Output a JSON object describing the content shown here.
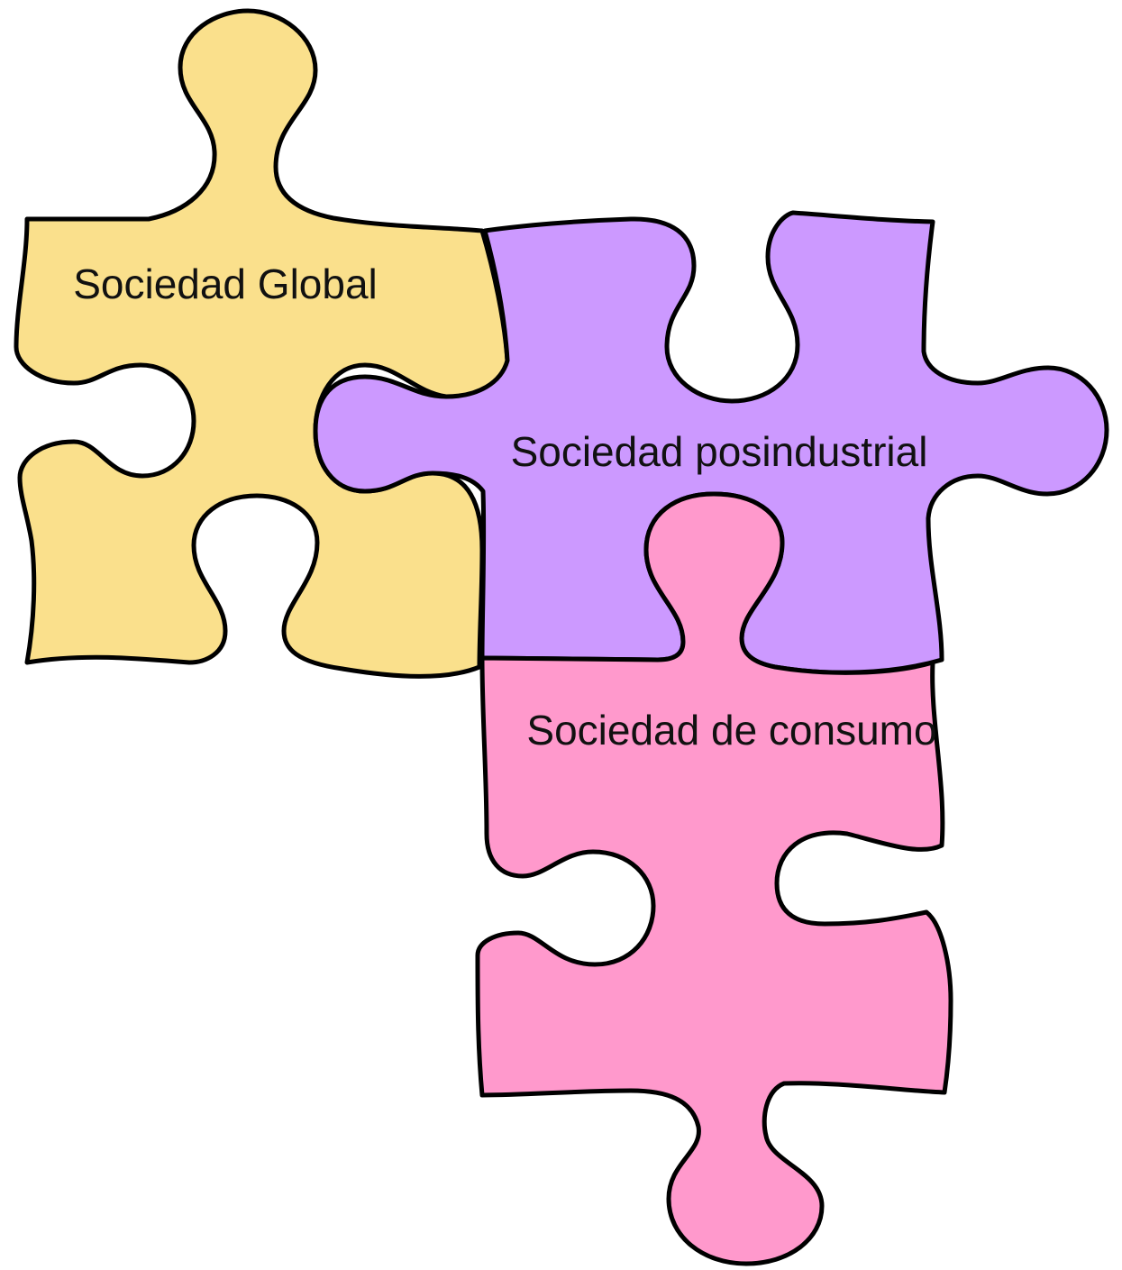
{
  "diagram": {
    "pieces": [
      {
        "label": "Sociedad Global",
        "color": "#FAE08C"
      },
      {
        "label": "Sociedad posindustrial",
        "color": "#CC99FF"
      },
      {
        "label": "Sociedad de consumo",
        "color": "#FF99CC"
      }
    ],
    "outline_color": "#000000"
  }
}
